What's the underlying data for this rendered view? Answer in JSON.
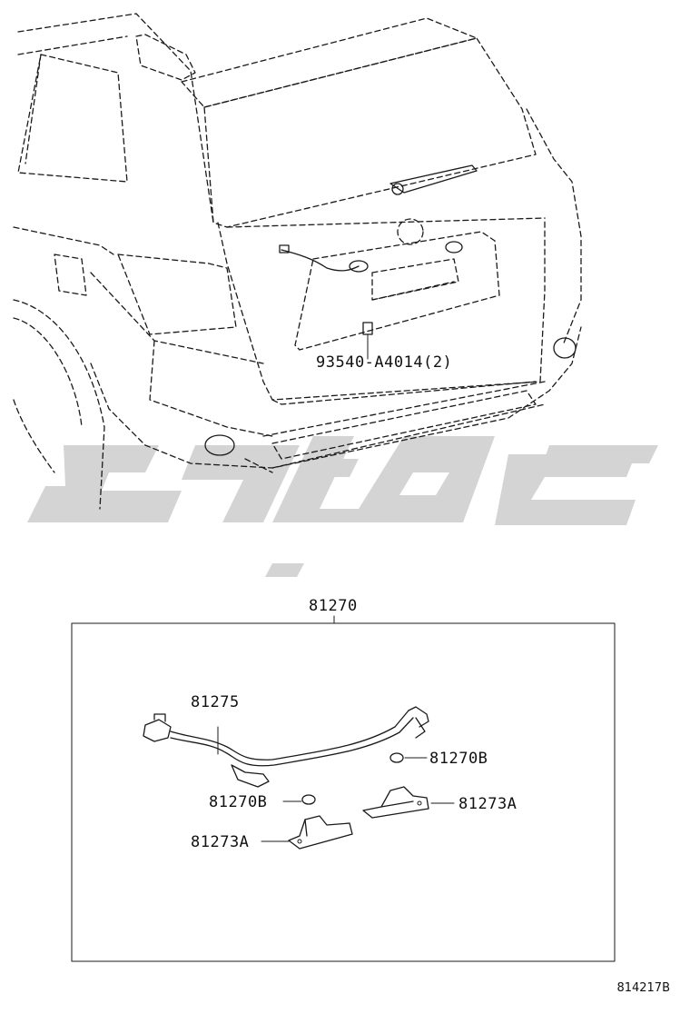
{
  "labels": {
    "bolt": "93540-A4014(2)",
    "assembly": "81270",
    "wire": "81275",
    "bulb_upper": "81270B",
    "bulb_lower": "81270B",
    "lamp_right": "81273A",
    "lamp_left": "81273A"
  },
  "figure_code": "814217B"
}
